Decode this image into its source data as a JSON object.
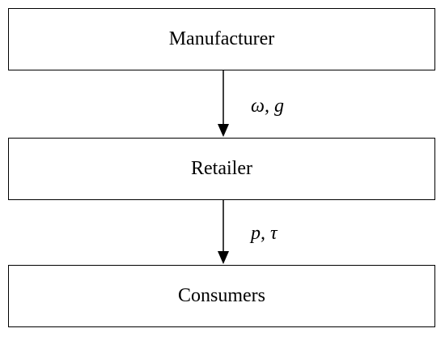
{
  "boxes": {
    "manufacturer": "Manufacturer",
    "retailer": "Retailer",
    "consumers": "Consumers"
  },
  "arrows": {
    "manufacturer_to_retailer": "ω,  g",
    "retailer_to_consumers": "p,  τ"
  },
  "colors": {
    "stroke": "#000000",
    "background": "#ffffff"
  }
}
